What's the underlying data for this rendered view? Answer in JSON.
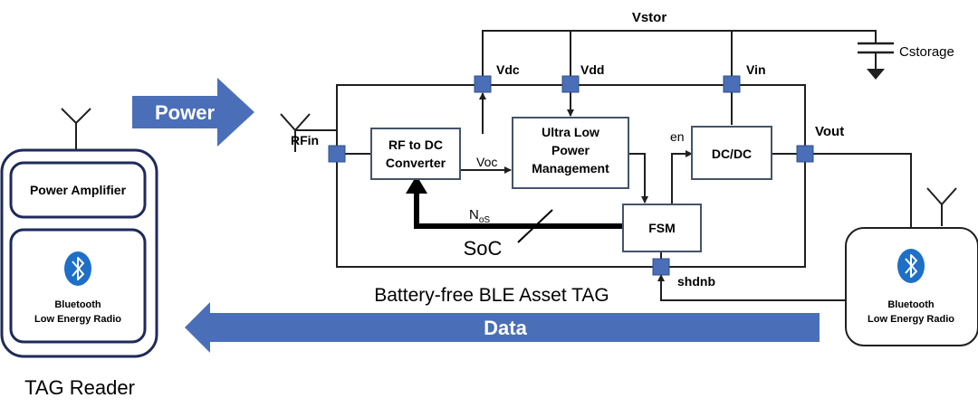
{
  "labels": {
    "power": "Power",
    "data": "Data",
    "tag_reader": "TAG Reader",
    "asset_tag": "Battery-free BLE Asset TAG",
    "soc": "SoC",
    "vstor": "Vstor",
    "cstorage": "Cstorage",
    "vdc": "Vdc",
    "vdd": "Vdd",
    "vin": "Vin",
    "vout": "Vout",
    "rfin": "RFin",
    "voc": "Voc",
    "en": "en",
    "nos_main": "N",
    "nos_sub": "oS",
    "shdnb": "shdnb"
  },
  "blocks": {
    "rf_to_dc_line1": "RF to DC",
    "rf_to_dc_line2": "Converter",
    "ulpm_line1": "Ultra Low",
    "ulpm_line2": "Power",
    "ulpm_line3": "Management",
    "dcdc": "DC/DC",
    "fsm": "FSM"
  },
  "reader": {
    "power_amplifier": "Power Amplifier",
    "radio_line1": "Bluetooth",
    "radio_line2": "Low Energy Radio"
  },
  "tag_radio": {
    "line1": "Bluetooth",
    "line2": "Low Energy Radio"
  },
  "colors": {
    "arrow_fill": "#4a6fb8",
    "node_fill": "#4a6fb8",
    "reader_border": "#1f2a5a",
    "box_border": "#44546a",
    "bluetooth_blue": "#1e6fc8"
  }
}
